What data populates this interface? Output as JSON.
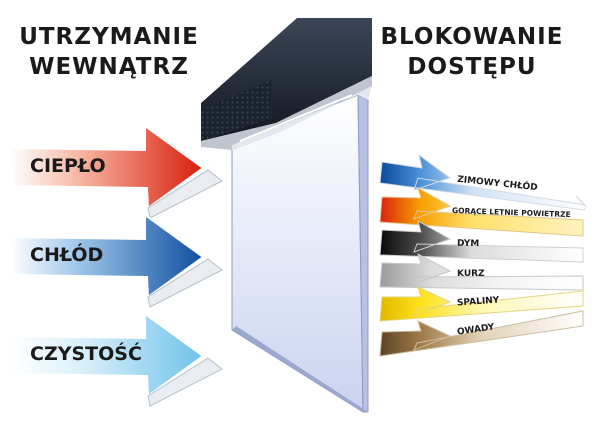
{
  "headings": {
    "left": [
      "UTRZYMANIE",
      "WEWNĄTRZ"
    ],
    "right": [
      "BLOKOWANIE",
      "DOSTĘPU"
    ]
  },
  "kept_inside": [
    {
      "label": "CIEPŁO",
      "color": "#e23a1e"
    },
    {
      "label": "CHŁÓD",
      "color": "#1c63b4"
    },
    {
      "label": "CZYSTOŚĆ",
      "color": "#8fd0ee"
    }
  ],
  "blocked": [
    {
      "label": "ZIMOWY CHŁÓD",
      "color": "#1d6fc0"
    },
    {
      "label": "GORĄCE LETNIE POWIETRZE",
      "color": "#f5a300"
    },
    {
      "label": "DYM",
      "color": "#222222"
    },
    {
      "label": "KURZ",
      "color": "#bdbdbd"
    },
    {
      "label": "SPALINY",
      "color": "#f0d000"
    },
    {
      "label": "OWADY",
      "color": "#8b6a3e"
    }
  ]
}
